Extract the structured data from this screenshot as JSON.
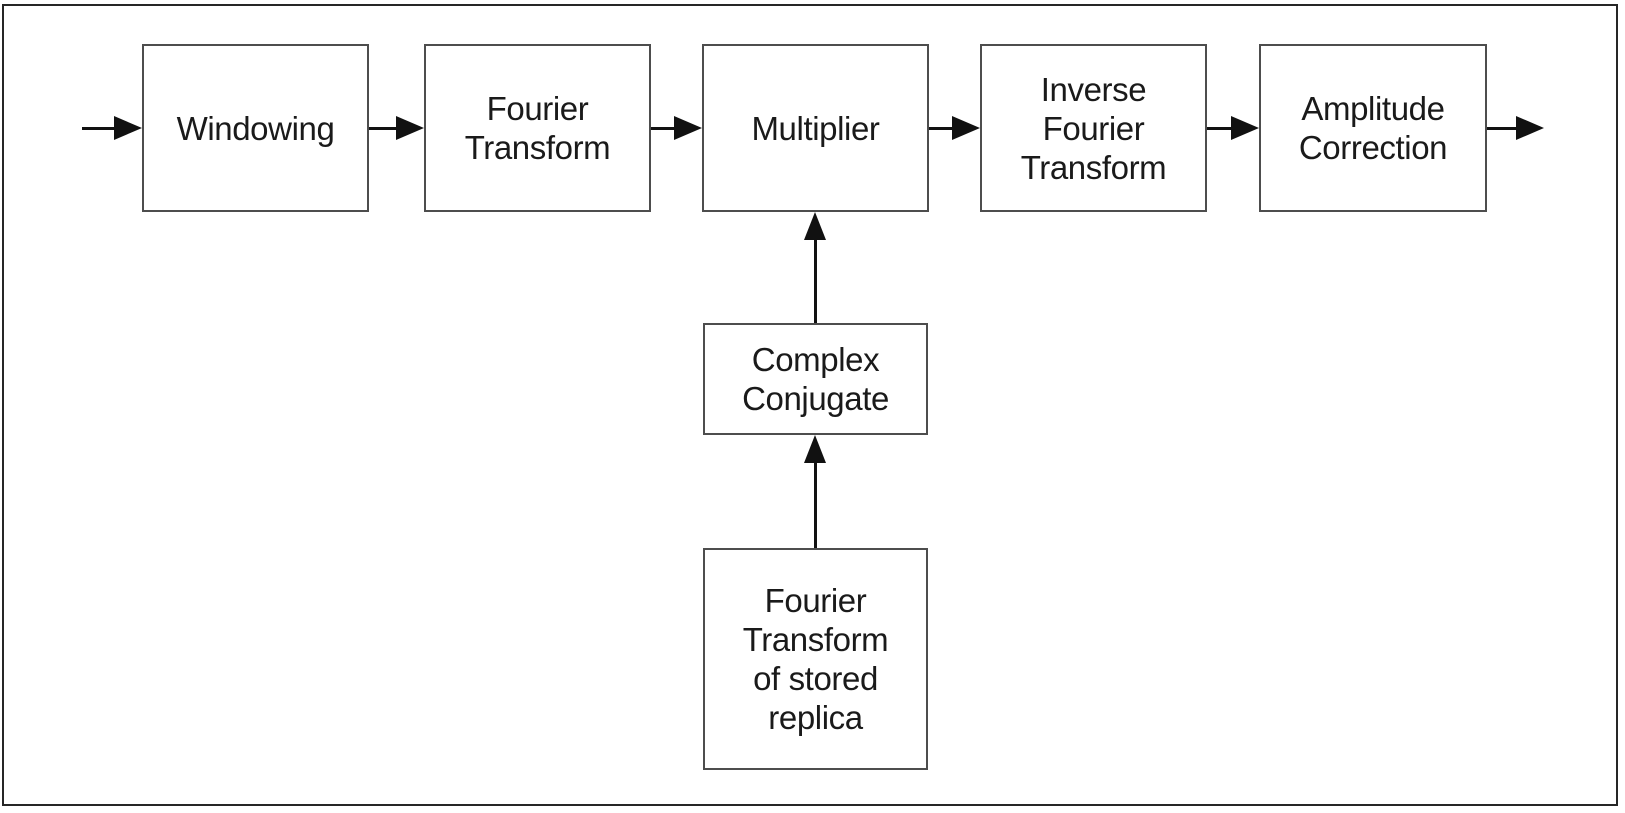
{
  "diagram": {
    "type": "block-flow-diagram",
    "background_color": "#ffffff",
    "frame_border_color": "#262626",
    "box_border_color": "#4d4d4d",
    "arrow_color": "#111111",
    "text_color": "#1a1a1a",
    "blocks": [
      {
        "id": "windowing",
        "label": "Windowing"
      },
      {
        "id": "fourier-transform",
        "label": "Fourier\nTransform"
      },
      {
        "id": "multiplier",
        "label": "Multiplier"
      },
      {
        "id": "inverse-fourier-transform",
        "label": "Inverse\nFourier\nTransform"
      },
      {
        "id": "amplitude-correction",
        "label": "Amplitude\nCorrection"
      },
      {
        "id": "complex-conjugate",
        "label": "Complex\nConjugate"
      },
      {
        "id": "fourier-transform-of-stored-replica",
        "label": "Fourier\nTransform\nof stored\nreplica"
      }
    ],
    "connections": [
      {
        "from": "external-input",
        "to": "windowing",
        "direction": "right"
      },
      {
        "from": "windowing",
        "to": "fourier-transform",
        "direction": "right"
      },
      {
        "from": "fourier-transform",
        "to": "multiplier",
        "direction": "right"
      },
      {
        "from": "multiplier",
        "to": "inverse-fourier-transform",
        "direction": "right"
      },
      {
        "from": "inverse-fourier-transform",
        "to": "amplitude-correction",
        "direction": "right"
      },
      {
        "from": "amplitude-correction",
        "to": "external-output",
        "direction": "right"
      },
      {
        "from": "complex-conjugate",
        "to": "multiplier",
        "direction": "up"
      },
      {
        "from": "fourier-transform-of-stored-replica",
        "to": "complex-conjugate",
        "direction": "up"
      }
    ]
  }
}
